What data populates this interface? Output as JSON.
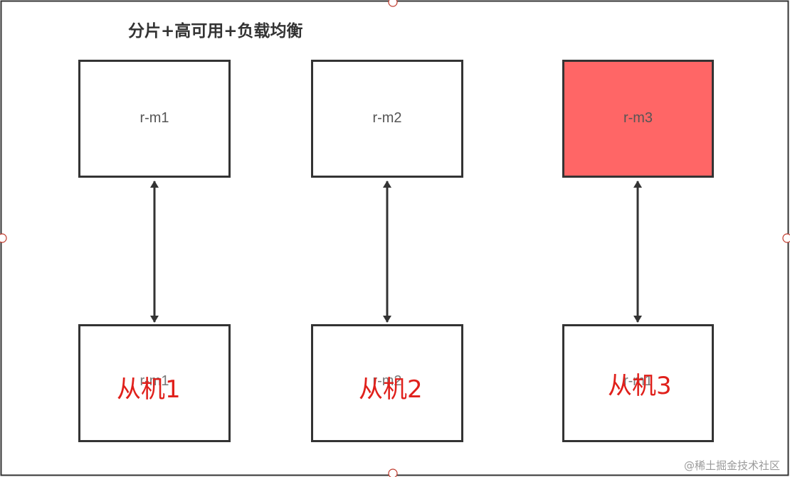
{
  "title": "分片+高可用+负载均衡",
  "masters": [
    {
      "label": "r-m1",
      "highlighted": false
    },
    {
      "label": "r-m2",
      "highlighted": false
    },
    {
      "label": "r-m3",
      "highlighted": true
    }
  ],
  "slaves": [
    {
      "ghost_label": "r-m1",
      "label": "从机1"
    },
    {
      "ghost_label": "r-m2",
      "label": "从机2"
    },
    {
      "ghost_label": "r-m1",
      "label": "从机3"
    }
  ],
  "watermark": "@稀土掘金技术社区",
  "colors": {
    "stroke": "#333333",
    "highlight_fill": "#ff6666",
    "slave_label": "#e0201b"
  }
}
